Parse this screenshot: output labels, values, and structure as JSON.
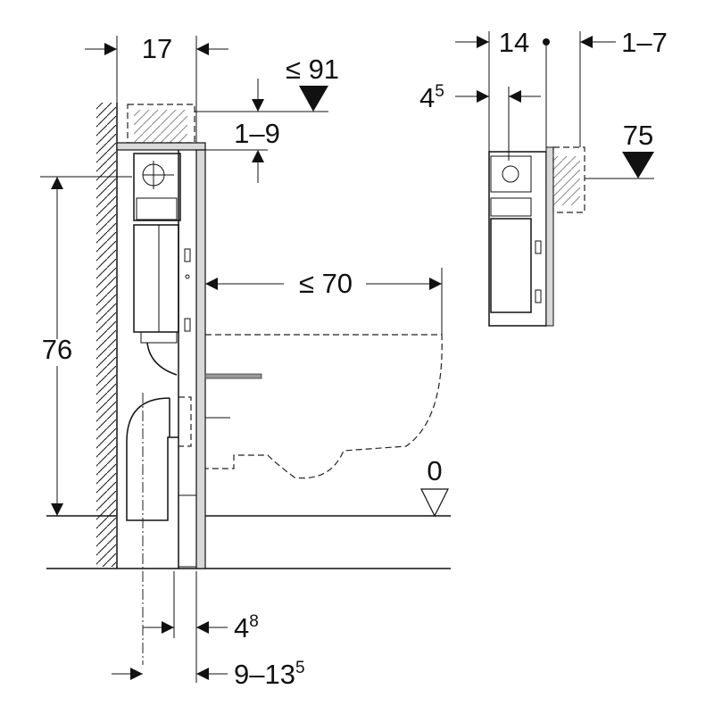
{
  "dimensions": {
    "frame_depth": "17",
    "flush_height_main": "≤ 91",
    "top_gap": "1–9",
    "frame_height_above_floor": "76",
    "pan_projection": "≤ 70",
    "floor_level": "0",
    "drain_offset_base": "4",
    "drain_offset_sup": "8",
    "wall_distance_base": "9–13",
    "wall_distance_sup": "5",
    "detail_depth": "14",
    "detail_gap": "1–7",
    "detail_offset_base": "4",
    "detail_offset_sup": "5",
    "detail_height": "75"
  },
  "colors": {
    "line": "#111111",
    "panel": "#d9d9d9"
  }
}
